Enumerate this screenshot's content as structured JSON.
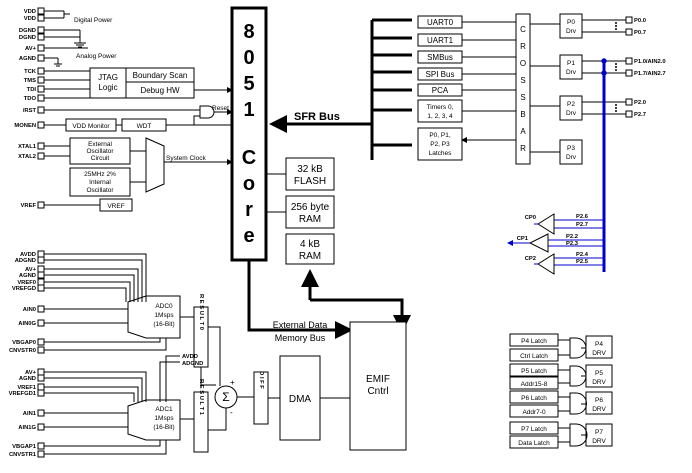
{
  "power": {
    "vdd1": "VDD",
    "vdd2": "VDD",
    "dgnd1": "DGND",
    "dgnd2": "DGND",
    "avplus": "AV+",
    "agnd": "AGND",
    "digital_power": "Digital Power",
    "analog_power": "Analog Power"
  },
  "jtag": {
    "pins": [
      "TCK",
      "TMS",
      "TDI",
      "TDO"
    ],
    "logic1": "JTAG",
    "logic2": "Logic",
    "boundary_scan": "Boundary Scan",
    "debug_hw": "Debug HW"
  },
  "reset": {
    "pin": "/RST",
    "label": "Reset",
    "monen": "MONEN",
    "vdd_monitor": "VDD Monitor",
    "wdt": "WDT"
  },
  "osc": {
    "xtal1": "XTAL1",
    "xtal2": "XTAL2",
    "ext1": "External",
    "ext2": "Oscillator",
    "ext3": "Circuit",
    "int1": "25MHz 2%",
    "int2": "Internal",
    "int3": "Oscillator",
    "system_clock": "System Clock"
  },
  "vref": {
    "pin": "VREF",
    "block": "VREF"
  },
  "core": {
    "chars": [
      "8",
      "0",
      "5",
      "1",
      "C",
      "o",
      "r",
      "e"
    ]
  },
  "memory": {
    "flash1": "32 kB",
    "flash2": "FLASH",
    "ram1": "256 byte",
    "ram2": "RAM",
    "xram1": "4 kB",
    "xram2": "RAM"
  },
  "buses": {
    "sfr": "SFR Bus",
    "ext1": "External Data",
    "ext2": "Memory Bus"
  },
  "peripherals": {
    "uart0": "UART0",
    "uart1": "UART1",
    "smbus": "SMBus",
    "spi": "SPI Bus",
    "pca": "PCA",
    "timers1": "Timers 0,",
    "timers2": "1, 2, 3, 4",
    "latches1": "P0, P1,",
    "latches2": "P2, P3",
    "latches3": "Latches"
  },
  "crossbar": {
    "letters": [
      "C",
      "R",
      "O",
      "S",
      "S",
      "B",
      "A",
      "R"
    ]
  },
  "ports": {
    "p0": "P0",
    "p1": "P1",
    "p2": "P2",
    "p3": "P3",
    "drv": "Drv",
    "p00": "P0.0",
    "p07": "P0.7",
    "p10": "P1.0/AIN2.0",
    "p17": "P1.7/AIN2.7",
    "p20": "P2.0",
    "p27": "P2.7"
  },
  "comparators": {
    "cp0": "CP0",
    "cp1": "CP1",
    "cp2": "CP2",
    "pins": [
      "P2.6",
      "P2.7",
      "P2.2",
      "P2.3",
      "P2.4",
      "P2.5"
    ]
  },
  "adc0": {
    "pins": [
      "AVDD",
      "ADGND",
      "AV+",
      "AGND",
      "VREF0",
      "VREFGD"
    ],
    "ain0": "AIN0",
    "aing": "AIN0G",
    "vbgap": "VBGAP0",
    "cnvstr": "CNVSTR0",
    "name": "ADC0",
    "rate": "1Msps",
    "bits": "(16-Bit)",
    "result": "R E S U L T 0"
  },
  "adc1": {
    "pins": [
      "AV+",
      "AGND",
      "VREF1",
      "VREFGD1"
    ],
    "ain1": "AIN1",
    "aing": "AIN1G",
    "vbgap": "VBGAP1",
    "cnvstr": "CNVSTR1",
    "name": "ADC1",
    "rate": "1Msps",
    "bits": "(16-Bit)",
    "result": "R E S U L T 1",
    "avdd": "AVDD",
    "adgnd": "ADGND"
  },
  "dma": {
    "label": "DMA",
    "diff": "D I F F",
    "sigma": "Σ",
    "plus": "+",
    "minus": "-"
  },
  "emif": {
    "line1": "EMIF",
    "line2": "Cntrl"
  },
  "extports": {
    "p4latch": "P4 Latch",
    "ctrllatch": "Ctrl Latch",
    "p5latch": "P5 Latch",
    "addr158": "Addr15-8",
    "p6latch": "P6 Latch",
    "addr70": "Addr7-0",
    "p7latch": "P7 Latch",
    "datalatch": "Data Latch",
    "p4": "P4",
    "p5": "P5",
    "p6": "P6",
    "p7": "P7",
    "drv": "DRV"
  },
  "colors": {
    "line": "#000000",
    "blue": "#0000cc"
  }
}
